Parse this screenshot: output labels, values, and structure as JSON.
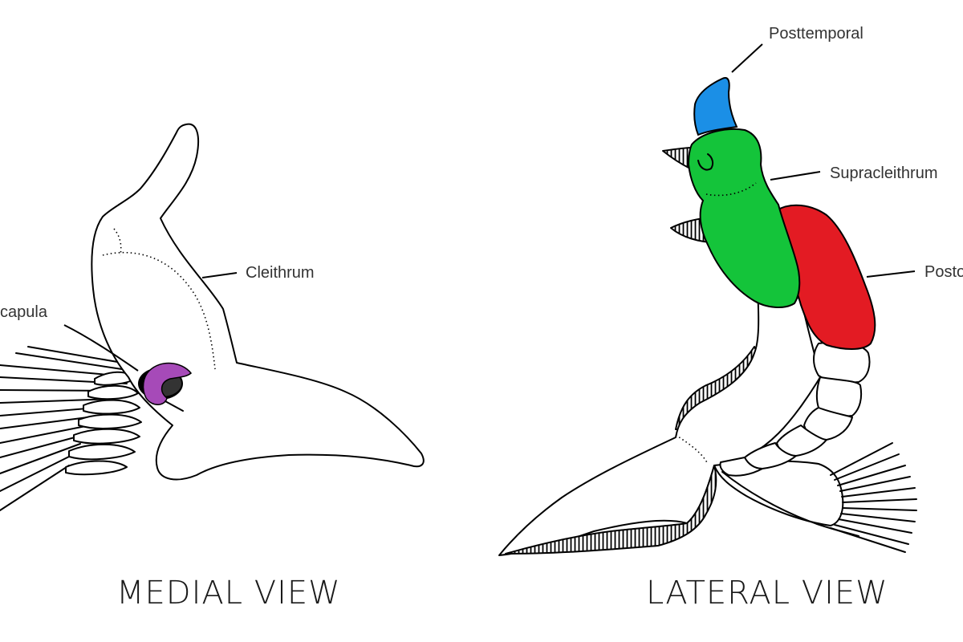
{
  "colors": {
    "posttemporal": "#1b8fe6",
    "supracleithrum": "#14c43a",
    "postcleithrum": "#e31b23",
    "scapula": "#a64ab8",
    "outline": "#000000",
    "background": "#ffffff"
  },
  "medial": {
    "title": "MEDIAL VIEW",
    "labels": {
      "cleithrum": "Cleithrum",
      "scapula": "capula"
    }
  },
  "lateral": {
    "title": "LATERAL VIEW",
    "labels": {
      "posttemporal": "Posttemporal",
      "supracleithrum": "Supracleithrum",
      "postcleithrum": "Posto"
    }
  }
}
